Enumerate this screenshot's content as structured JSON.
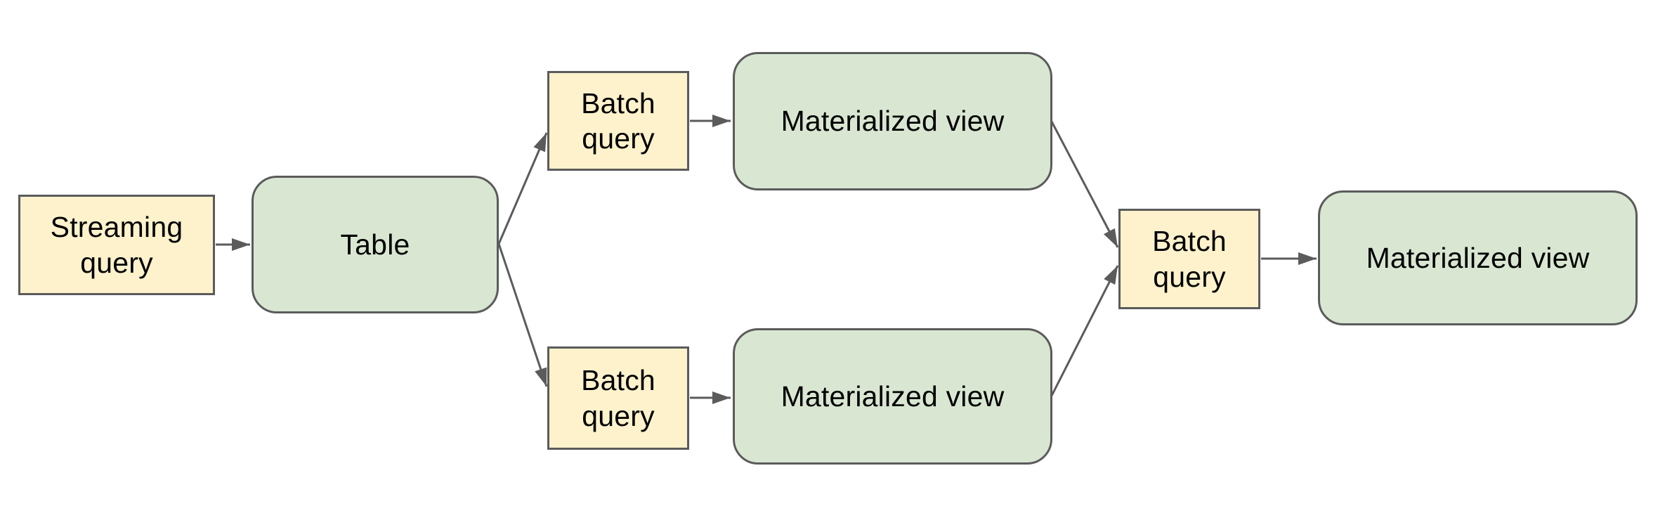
{
  "diagram": {
    "type": "flowchart",
    "background": "#ffffff"
  },
  "nodes": [
    {
      "id": "streaming-query",
      "label": "Streaming query",
      "kind": "query"
    },
    {
      "id": "table",
      "label": "Table",
      "kind": "data"
    },
    {
      "id": "batch-query-top",
      "label": "Batch query",
      "kind": "query"
    },
    {
      "id": "materialized-view-top",
      "label": "Materialized view",
      "kind": "data"
    },
    {
      "id": "batch-query-bottom",
      "label": "Batch query",
      "kind": "query"
    },
    {
      "id": "materialized-view-bottom",
      "label": "Materialized view",
      "kind": "data"
    },
    {
      "id": "batch-query-right",
      "label": "Batch query",
      "kind": "query"
    },
    {
      "id": "materialized-view-right",
      "label": "Materialized view",
      "kind": "data"
    }
  ],
  "edges": [
    {
      "from": "streaming-query",
      "to": "table",
      "style": "arrow"
    },
    {
      "from": "table",
      "to": "batch-query-top",
      "style": "arrow"
    },
    {
      "from": "table",
      "to": "batch-query-bottom",
      "style": "arrow"
    },
    {
      "from": "batch-query-top",
      "to": "materialized-view-top",
      "style": "arrow"
    },
    {
      "from": "batch-query-bottom",
      "to": "materialized-view-bottom",
      "style": "arrow"
    },
    {
      "from": "materialized-view-top",
      "to": "batch-query-right",
      "style": "arrow"
    },
    {
      "from": "materialized-view-bottom",
      "to": "batch-query-right",
      "style": "arrow"
    },
    {
      "from": "batch-query-right",
      "to": "materialized-view-right",
      "style": "arrow"
    }
  ],
  "colors": {
    "query_fill": "#fdf2cc",
    "data_fill": "#d9e7d2",
    "shape_border": "#5b5b5b",
    "arrow": "#5b5b5b",
    "text": "#000000",
    "background": "#ffffff"
  }
}
